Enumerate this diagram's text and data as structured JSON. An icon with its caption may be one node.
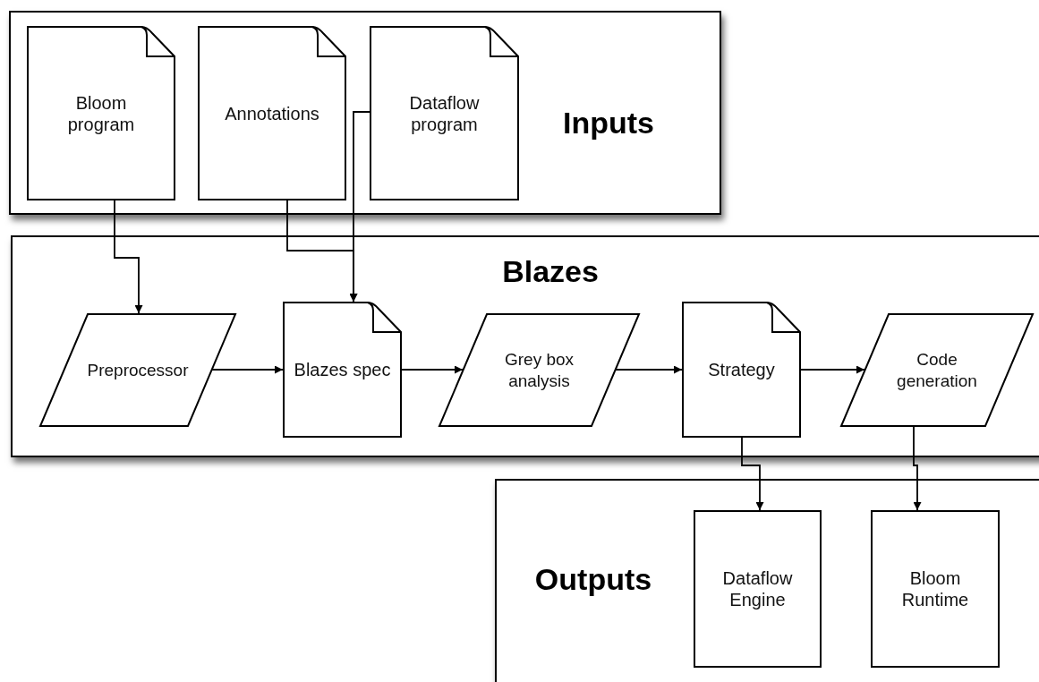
{
  "diagram": {
    "nodes": [
      {
        "text": [
          "Inputs"
        ]
      },
      {
        "text": [
          "Bloom program"
        ],
        "in": 0
      },
      {
        "text": [
          "Annotations"
        ],
        "in": 0
      },
      {
        "text": [
          "Dataflow program"
        ],
        "in": 0
      },
      {
        "text": [
          "Blazes"
        ]
      },
      {
        "text": [
          "Preprocessor"
        ],
        "in": 4
      },
      {
        "text": [
          "Blazes spec"
        ],
        "in": 4
      },
      {
        "text": [
          "Grey box analysis"
        ],
        "in": 4
      },
      {
        "text": [
          "Strategy"
        ],
        "in": 4
      },
      {
        "text": [
          "Code generation"
        ],
        "in": 4
      },
      {
        "text": [
          "Outputs"
        ]
      },
      {
        "text": [
          "Dataflow Engine"
        ],
        "in": 10
      },
      {
        "text": [
          "Bloom Runtime"
        ],
        "in": 10
      }
    ],
    "edges": [
      {
        "from": 1,
        "to": 5,
        "arrow": "to"
      },
      {
        "from": 2,
        "to": 6,
        "arrow": "to"
      },
      {
        "from": 3,
        "to": 6,
        "arrow": "to"
      },
      {
        "from": 5,
        "to": 6,
        "arrow": "to"
      },
      {
        "from": 6,
        "to": 7,
        "arrow": "to"
      },
      {
        "from": 7,
        "to": 8,
        "arrow": "to"
      },
      {
        "from": 8,
        "to": 9,
        "arrow": "to"
      },
      {
        "from": 8,
        "to": 11,
        "arrow": "to"
      },
      {
        "from": 9,
        "to": 12,
        "arrow": "to"
      }
    ]
  }
}
